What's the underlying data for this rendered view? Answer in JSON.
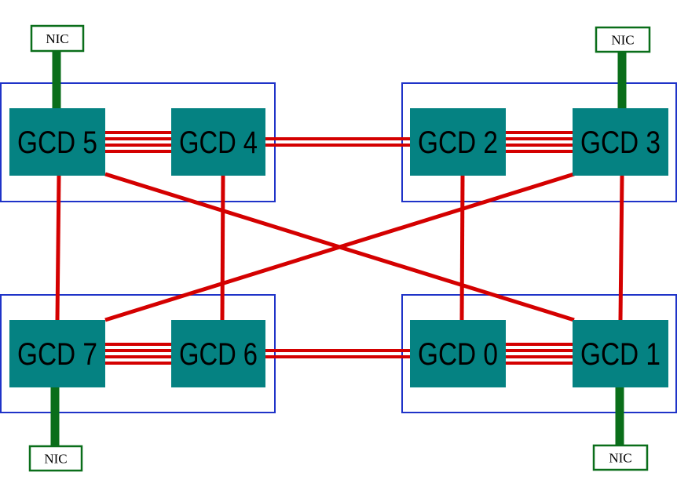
{
  "colors": {
    "gcd_fill": "#058282",
    "link": "#d40000",
    "nic_link": "#0a6e1a",
    "nic_border": "#0a6e1a",
    "node_group_border": "#1f33c8"
  },
  "gcds": [
    {
      "id": "gcd5",
      "label": "GCD 5"
    },
    {
      "id": "gcd4",
      "label": "GCD 4"
    },
    {
      "id": "gcd2",
      "label": "GCD 2"
    },
    {
      "id": "gcd3",
      "label": "GCD 3"
    },
    {
      "id": "gcd7",
      "label": "GCD 7"
    },
    {
      "id": "gcd6",
      "label": "GCD 6"
    },
    {
      "id": "gcd0",
      "label": "GCD 0"
    },
    {
      "id": "gcd1",
      "label": "GCD 1"
    }
  ],
  "nics": [
    {
      "id": "nic-gcd5",
      "label": "NIC",
      "attached_to": "gcd5"
    },
    {
      "id": "nic-gcd3",
      "label": "NIC",
      "attached_to": "gcd3"
    },
    {
      "id": "nic-gcd7",
      "label": "NIC",
      "attached_to": "gcd7"
    },
    {
      "id": "nic-gcd1",
      "label": "NIC",
      "attached_to": "gcd1"
    }
  ],
  "links": [
    {
      "from": "gcd5",
      "to": "gcd4",
      "count": 4
    },
    {
      "from": "gcd4",
      "to": "gcd2",
      "count": 2
    },
    {
      "from": "gcd2",
      "to": "gcd3",
      "count": 4
    },
    {
      "from": "gcd7",
      "to": "gcd6",
      "count": 4
    },
    {
      "from": "gcd6",
      "to": "gcd0",
      "count": 2
    },
    {
      "from": "gcd0",
      "to": "gcd1",
      "count": 4
    },
    {
      "from": "gcd5",
      "to": "gcd7",
      "count": 1
    },
    {
      "from": "gcd4",
      "to": "gcd6",
      "count": 1
    },
    {
      "from": "gcd2",
      "to": "gcd0",
      "count": 1
    },
    {
      "from": "gcd3",
      "to": "gcd1",
      "count": 1
    },
    {
      "from": "gcd5",
      "to": "gcd1",
      "count": 1
    },
    {
      "from": "gcd3",
      "to": "gcd7",
      "count": 1
    }
  ]
}
